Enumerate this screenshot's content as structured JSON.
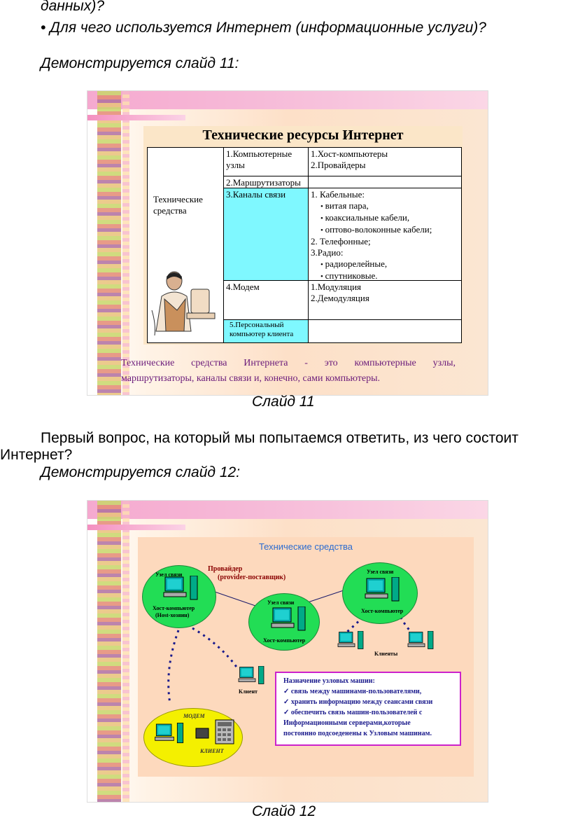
{
  "top_lines": {
    "line1": "данных)?",
    "line2": "• Для чего используется Интернет (информационные услуги)?",
    "line3": "Демонстрируется слайд 11:"
  },
  "slide11": {
    "title": "Технические ресурсы Интернет",
    "left_cell": "Технические средства",
    "rows": [
      {
        "item": "1.Компьютерные узлы",
        "detail": [
          "1.Хост-компьютеры",
          "2.Провайдеры"
        ]
      },
      {
        "item": "2.Маршрутизаторы",
        "detail": []
      },
      {
        "item": "3.Каналы связи",
        "detail_head": "1. Кабельные:",
        "bullets1": [
          "витая пара,",
          "коаксиальные кабели,",
          "оптово-волоконные кабели;"
        ],
        "mid": [
          "2. Телефонные;",
          "3.Радио:"
        ],
        "bullets2": [
          "радиорелейные,",
          "спутниковые."
        ]
      },
      {
        "item": "4.Модем",
        "detail": [
          "1.Модуляция",
          "2.Демодуляция"
        ]
      },
      {
        "item": "5.Персональный компьютер клиента",
        "detail": []
      }
    ],
    "caption_line1": "Технические средства Интернета - это компьютерные узлы,",
    "caption_line2": "маршрутизаторы, каналы связи и, конечно, сами компьютеры.",
    "label": "Слайд 11"
  },
  "mid_lines": {
    "para1": "Первый вопрос, на который мы попытаемся ответить, из чего состоит",
    "para2": "Интернет?",
    "demo12": "Демонстрируется слайд 12:"
  },
  "slide12": {
    "title": "Технические средства",
    "node1_top": "Узел связи",
    "node1_bottom": "Хост-компьютер",
    "node1_bottom2": "(Host-хозяин)",
    "provider1": "Провайдер",
    "provider2": "(provider-поставщик)",
    "node2_top": "Узел связи",
    "node2_bottom": "Хост-компьютер",
    "node3_top": "Узел связи",
    "node3_bottom": "Хост-компьютер",
    "clients": "Клиенты",
    "client": "Клиент",
    "modem": "МОДЕМ",
    "client_italic": "КЛИЕНТ",
    "info_title": "Назначение узловых машин:",
    "info_items": [
      "связь между машинами-пользователями,",
      "хранить информацию между сеансами связи",
      "обеспечить связь машин-пользователей с"
    ],
    "info_tail1": "Информационными серверами,которые",
    "info_tail2": "постоянно подсоеденены к Узловым машинам.",
    "label": "Слайд 12"
  },
  "colors": {
    "node_green": "#22dd55",
    "modem_yellow": "#f4f000",
    "info_border": "#cc22cc",
    "cyan_cell": "#7ff8ff",
    "title_blue": "#2c6cd0"
  }
}
